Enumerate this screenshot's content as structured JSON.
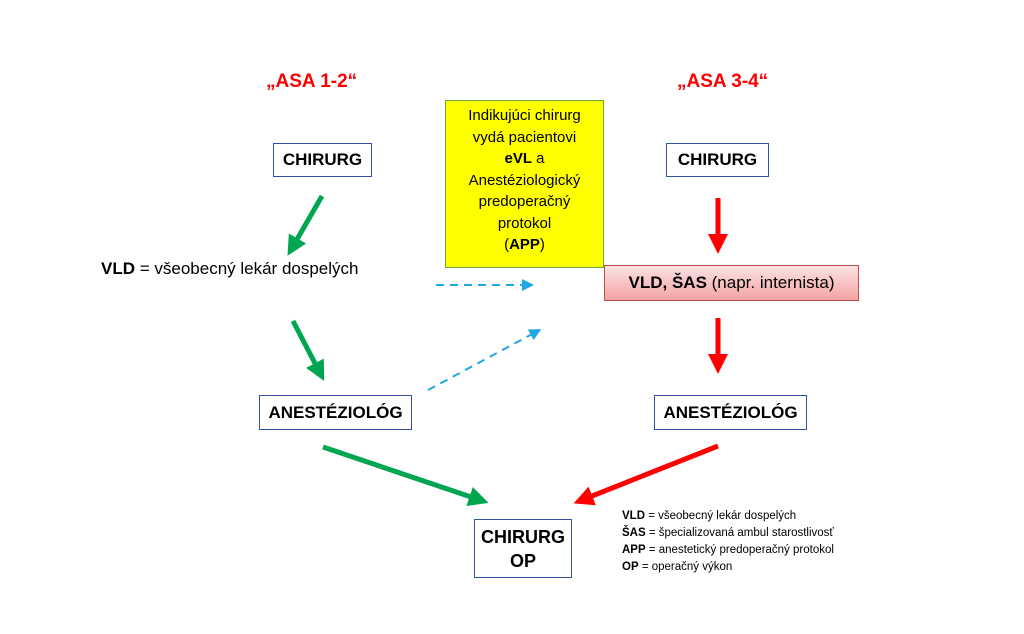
{
  "left_column": {
    "asa_label": "„ASA 1-2“",
    "surgeon": "CHIRURG",
    "vld_abbr": "VLD",
    "vld_rest": " = všeobecný lekár dospelých",
    "anesthesiologist": "ANESTÉZIOLÓG"
  },
  "right_column": {
    "asa_label": "„ASA 3-4“",
    "surgeon": "CHIRURG",
    "vld_sas_bold": "VLD, ŠAS",
    "vld_sas_rest": " (napr. internista)",
    "anesthesiologist": "ANESTÉZIOLÓG"
  },
  "center_note": {
    "line1": "Indikujúci chirurg",
    "line2": "vydá pacientovi",
    "evl": "eVL",
    "evl_suffix": " a",
    "line4": "Anestéziologický",
    "line5": "predoperačný",
    "line6": "protokol",
    "paren_open": "(",
    "app": "APP",
    "paren_close": ")"
  },
  "final_box": {
    "line1": "CHIRURG",
    "line2": "OP"
  },
  "legend": [
    {
      "abbr": "VLD",
      "text": " = všeobecný lekár dospelých"
    },
    {
      "abbr": "ŠAS",
      "text": " = špecializovaná ambul starostlivosť"
    },
    {
      "abbr": "APP",
      "text": " = anestetický predoperačný protokol"
    },
    {
      "abbr": "OP",
      "text": " = operačný výkon"
    }
  ],
  "colors": {
    "asa_red": "#ff0000",
    "arrow_green": "#00a64f",
    "arrow_red": "#ff0000",
    "dashed_blue": "#1ea7e0",
    "box_border": "#2f4fa8",
    "note_yellow": "#ffff00",
    "pink_box": "#f4a3a3"
  }
}
